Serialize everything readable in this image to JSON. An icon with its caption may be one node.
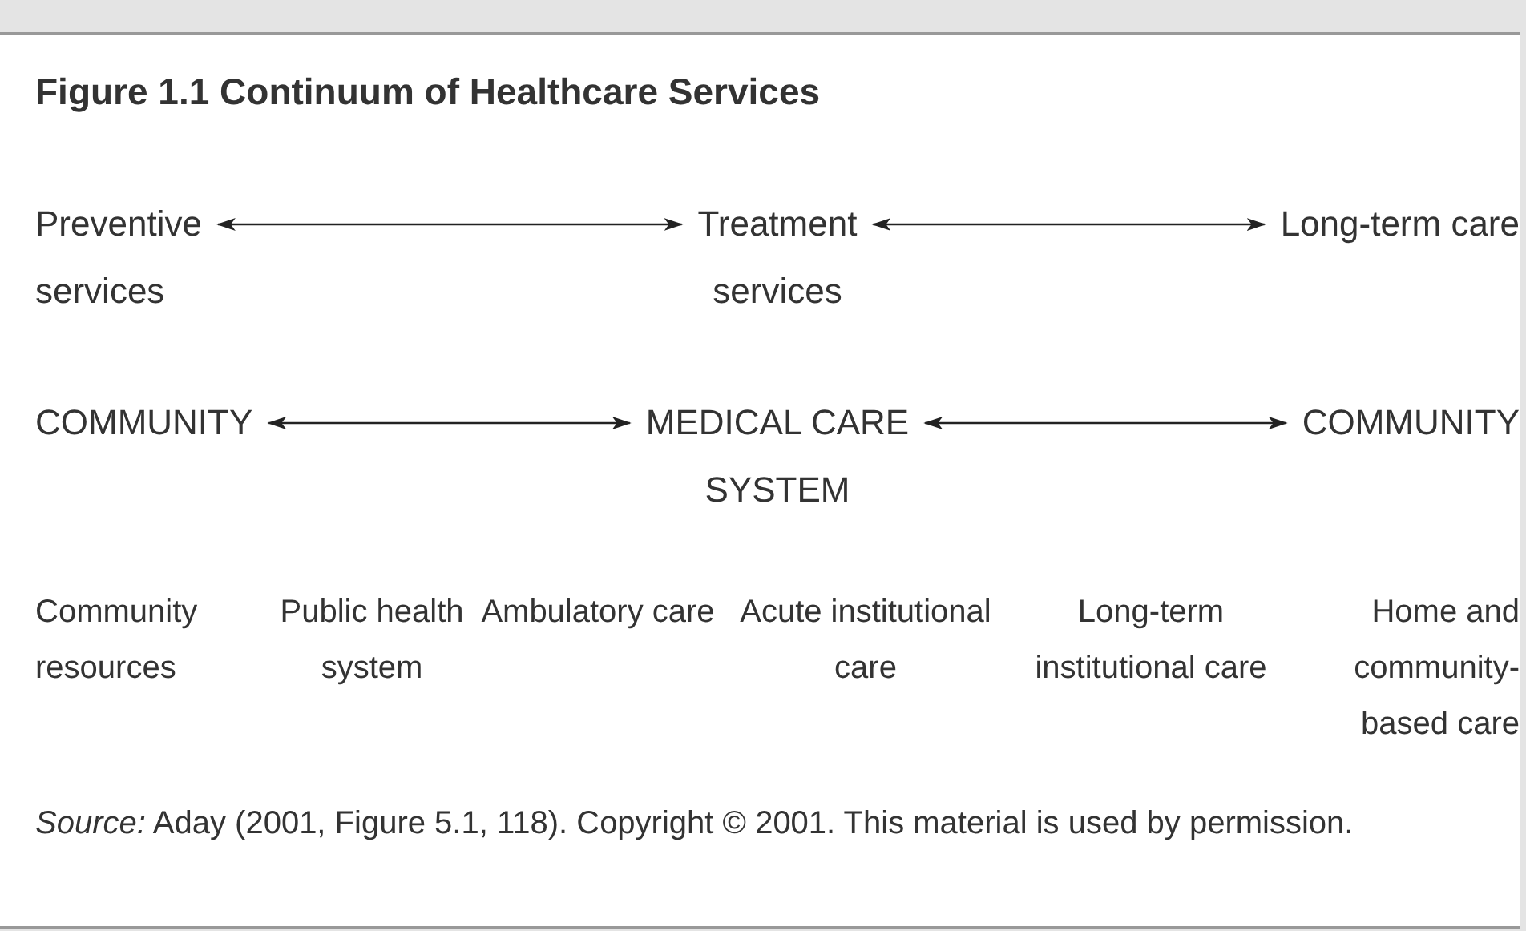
{
  "diagram": {
    "title": "Figure 1.1 Continuum of Healthcare Services",
    "caption": "*Source:* Aday (2001, Figure 5.1, 118). Copyright © 2001. This material is used by permission.",
    "nodes": [
      {
        "text": [
          "Preventive services"
        ]
      },
      {
        "text": [
          "Treatment services"
        ]
      },
      {
        "text": [
          "Long-term care"
        ]
      },
      {
        "text": [
          "COMMUNITY"
        ]
      },
      {
        "text": [
          "MEDICAL CARE SYSTEM"
        ]
      },
      {
        "text": [
          "COMMUNITY"
        ]
      }
    ],
    "edges": [
      {
        "from": 0,
        "to": 1,
        "arrow": "both"
      },
      {
        "from": 1,
        "to": 2,
        "arrow": "both"
      },
      {
        "from": 3,
        "to": 4,
        "arrow": "both"
      },
      {
        "from": 4,
        "to": 5,
        "arrow": "both"
      }
    ],
    "labels": [
      "Community resources",
      "Public health system",
      "Ambulatory care",
      "Acute institutional care",
      "Long-term institutional care",
      "Home and community-based care"
    ]
  }
}
